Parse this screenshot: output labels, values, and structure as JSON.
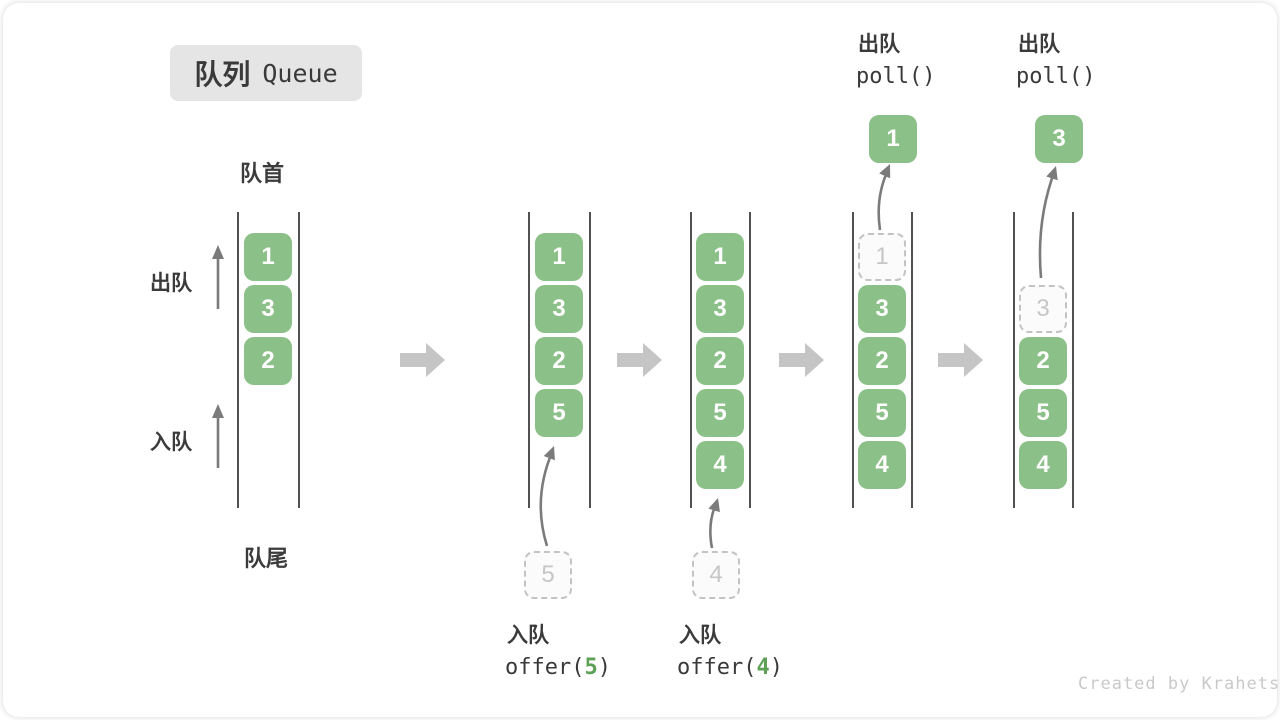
{
  "title": {
    "zh": "队列",
    "en": "Queue"
  },
  "side_labels": {
    "front": "队首",
    "rear": "队尾",
    "dequeue": "出队",
    "enqueue": "入队"
  },
  "columns": [
    {
      "boxes": [
        "1",
        "3",
        "2"
      ]
    },
    {
      "boxes": [
        "1",
        "3",
        "2",
        "5"
      ],
      "pending": "5",
      "op": {
        "zh": "入队",
        "fn_open": "offer(",
        "arg": "5",
        "fn_close": ")"
      }
    },
    {
      "boxes": [
        "1",
        "3",
        "2",
        "5",
        "4"
      ],
      "pending": "4",
      "op": {
        "zh": "入队",
        "fn_open": "offer(",
        "arg": "4",
        "fn_close": ")"
      }
    },
    {
      "ghost": "1",
      "boxes": [
        "3",
        "2",
        "5",
        "4"
      ],
      "result": "1",
      "op": {
        "zh": "出队",
        "fn": "poll()"
      }
    },
    {
      "ghost": "3",
      "boxes": [
        "2",
        "5",
        "4"
      ],
      "result": "3",
      "op": {
        "zh": "出队",
        "fn": "poll()"
      }
    }
  ],
  "footer": {
    "credit": "Created by Krahets"
  },
  "colors": {
    "box_green": "#8cc089",
    "box_text": "#ffffff",
    "ghost_border": "#c3c3c3",
    "ghost_text": "#c6c6c6",
    "container_line": "#515151",
    "thin_arrow": "#7b7b7b",
    "block_arrow": "#c5c5c5",
    "label_dark": "#3b3b3b",
    "code_arg_green": "#5da156",
    "title_bg": "#e5e5e5",
    "credit_text": "#c9c9c9"
  }
}
